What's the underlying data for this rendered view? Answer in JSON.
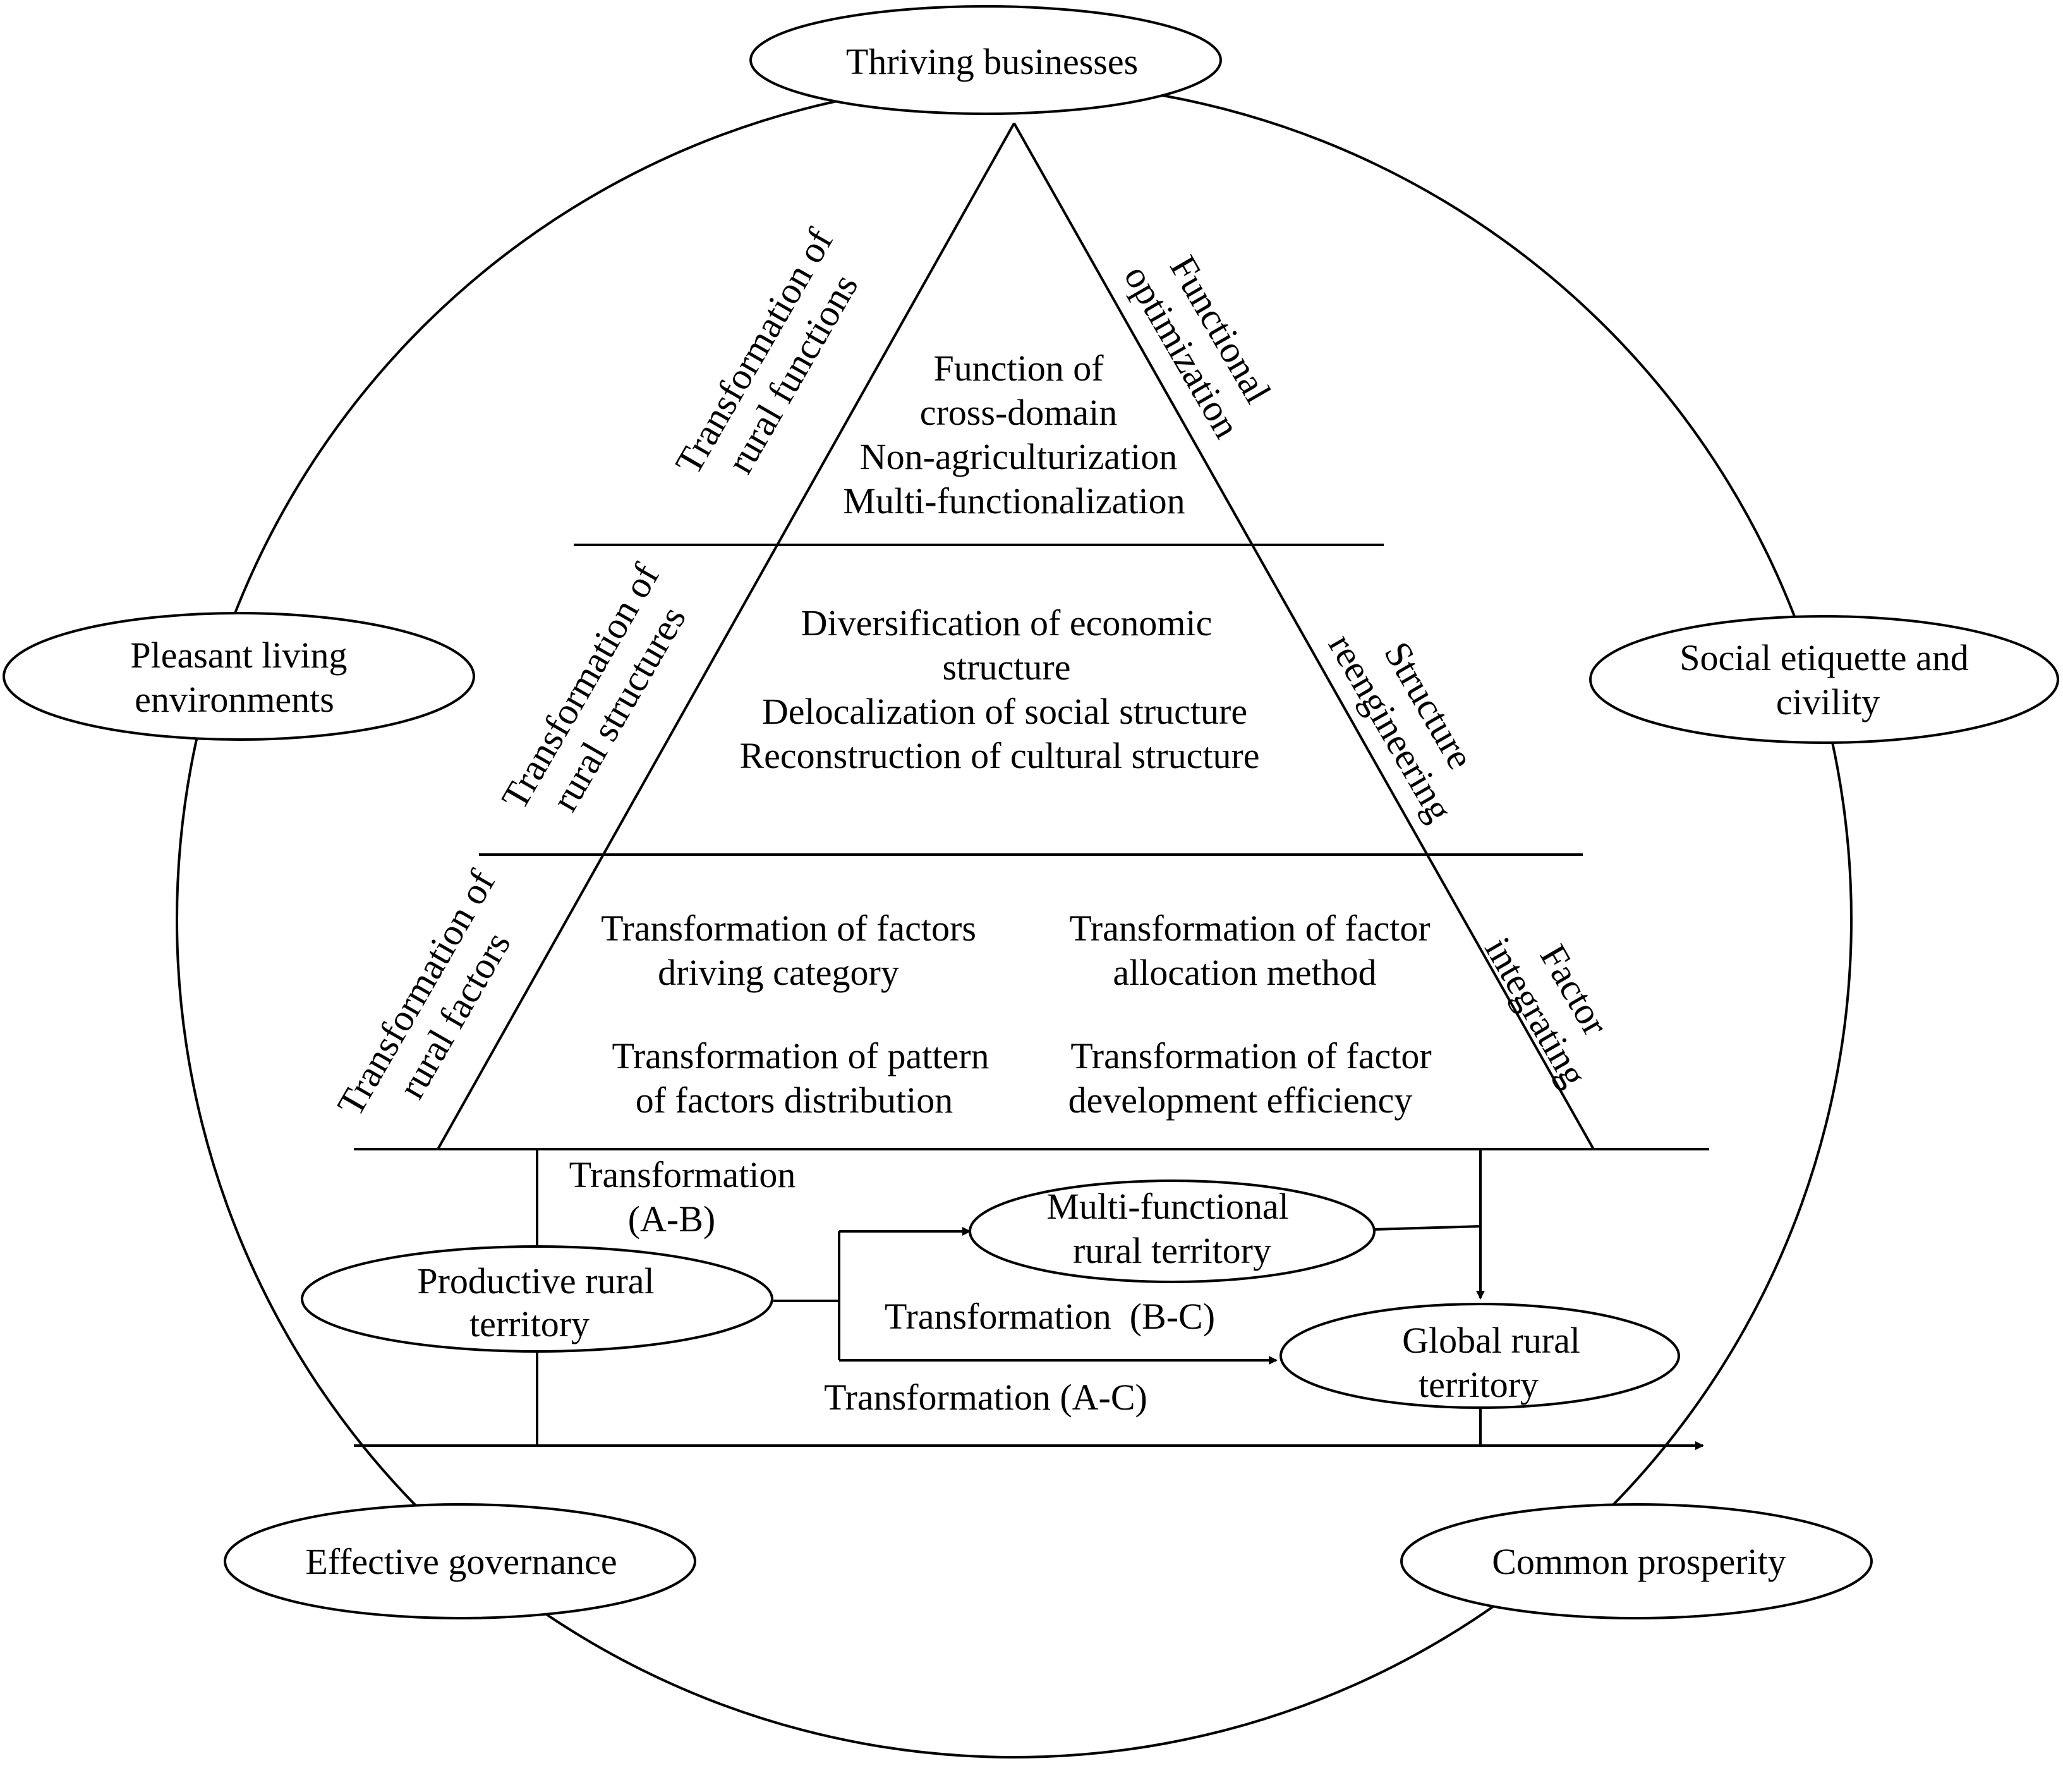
{
  "goals": {
    "thriving_businesses": "Thriving businesses",
    "pleasant_living": [
      "Pleasant living",
      "environments"
    ],
    "social_etiquette": [
      "Social etiquette and",
      "civility"
    ],
    "effective_governance": "Effective governance",
    "common_prosperity": "Common prosperity"
  },
  "pyramid": {
    "functions": {
      "lines": [
        "Function of",
        "cross-domain",
        "Non-agriculturization",
        "Multi-functionalization"
      ],
      "left_label": [
        "Transformation of",
        "rural functions"
      ],
      "right_label": [
        "Functional",
        "optimization"
      ]
    },
    "structures": {
      "lines": [
        "Diversification of economic",
        "structure",
        "Delocalization of social structure",
        "Reconstruction of cultural structure"
      ],
      "left_label": [
        "Transformation of",
        "rural structures"
      ],
      "right_label": [
        "Structure",
        "reengineering"
      ]
    },
    "factors": {
      "top_left": [
        "Transformation of factors",
        "driving category"
      ],
      "top_right": [
        "Transformation of factor",
        "allocation method"
      ],
      "bottom_left": [
        "Transformation of pattern",
        "of factors distribution"
      ],
      "bottom_right": [
        "Transformation of factor",
        "development efficiency"
      ],
      "left_label": [
        "Transformation of",
        "rural factors"
      ],
      "right_label": [
        "Factor",
        "integrating"
      ]
    }
  },
  "territory": {
    "productive": [
      "Productive rural",
      "territory"
    ],
    "multi_functional": [
      "Multi-functional",
      "rural territory"
    ],
    "global": [
      "Global rural",
      "territory"
    ],
    "transformation_ab": [
      "Transformation",
      "(A-B)"
    ],
    "transformation_bc": "Transformation  (B-C)",
    "transformation_ac": "Transformation (A-C)"
  }
}
